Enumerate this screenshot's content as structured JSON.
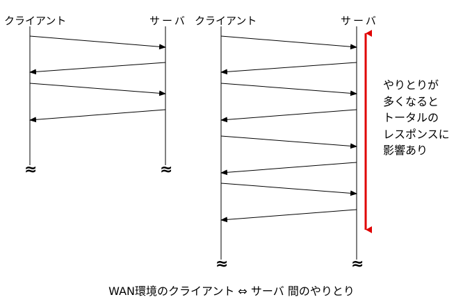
{
  "left_diagram": {
    "client_label": "クライアント",
    "server_label": "サーバ",
    "break_mark": "≈"
  },
  "right_diagram": {
    "client_label": "クライアント",
    "server_label": "サーバ",
    "break_mark": "≈"
  },
  "note": {
    "lines": [
      "やりとりが",
      "多くなると",
      "トータルの",
      "レスポンスに",
      "影響あり"
    ]
  },
  "emphasis_color": "#e00000",
  "caption": "WAN環境のクライアント ⇔ サーバ 間のやりとり"
}
